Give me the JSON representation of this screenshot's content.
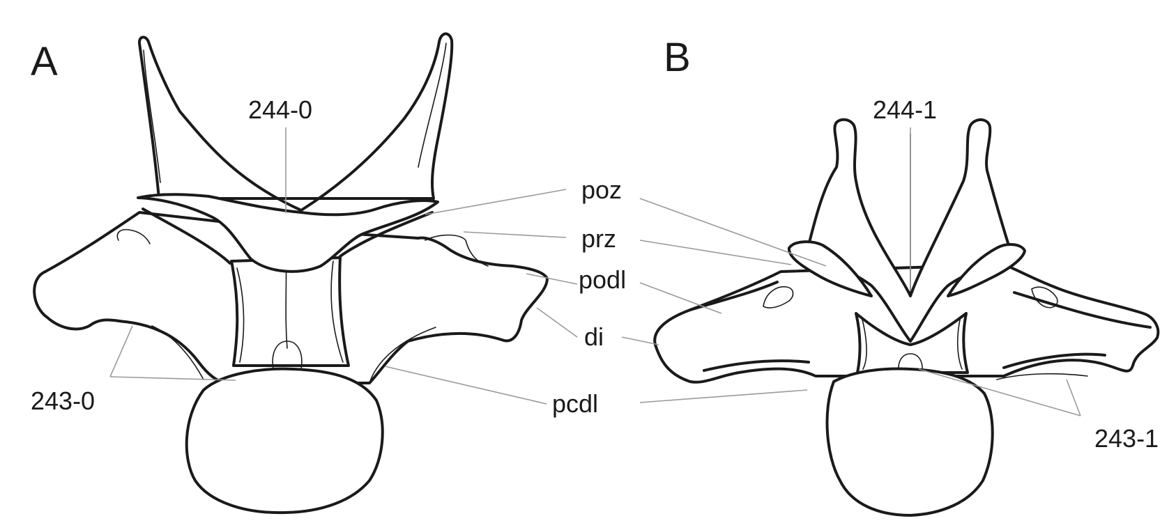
{
  "panels": {
    "a": {
      "letter": "A",
      "top_label": "244-0",
      "bottom_label": "243-0"
    },
    "b": {
      "letter": "B",
      "top_label": "244-1",
      "bottom_label": "243-1"
    }
  },
  "structure_labels": {
    "poz": "poz",
    "prz": "prz",
    "podl": "podl",
    "di": "di",
    "pcdl": "pcdl"
  },
  "colors": {
    "ink": "#1a1a1a",
    "leader_line": "#9a9a9a",
    "background": "#ffffff"
  }
}
